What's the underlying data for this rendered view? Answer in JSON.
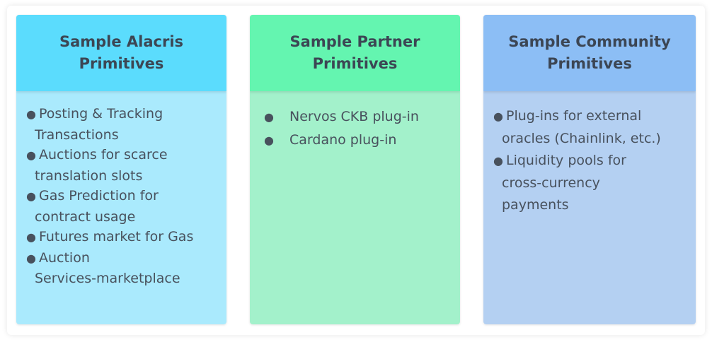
{
  "columns": [
    {
      "title_line1": "Sample Alacris",
      "title_line2": "Primitives",
      "header_color": "#5bdcfd",
      "body_color": "#aaeafd",
      "items": [
        {
          "line1": "Posting & Tracking",
          "line2": "Transactions"
        },
        {
          "line1": "Auctions for scarce",
          "line2": "translation slots"
        },
        {
          "line1": "Gas Prediction for",
          "line2": "contract usage"
        },
        {
          "line1": "Futures market for Gas",
          "line2": ""
        },
        {
          "line1": "Auction",
          "line2": "Services-marketplace"
        }
      ]
    },
    {
      "title_line1": "Sample Partner",
      "title_line2": "Primitives",
      "header_color": "#64f5b0",
      "body_color": "#a3f1cb",
      "items": [
        {
          "line1": "Nervos CKB plug-in",
          "line2": ""
        },
        {
          "line1": "Cardano plug-in",
          "line2": ""
        }
      ]
    },
    {
      "title_line1": "Sample Community",
      "title_line2": "Primitives",
      "header_color": "#8cbef5",
      "body_color": "#b4d0f2",
      "items": [
        {
          "line1": "Plug-ins for external",
          "line2": "oracles (Chainlink, etc.)"
        },
        {
          "line1": "Liquidity pools for",
          "line2": "cross-currency"
        },
        {
          "line1": "",
          "line2": "payments"
        }
      ]
    }
  ]
}
